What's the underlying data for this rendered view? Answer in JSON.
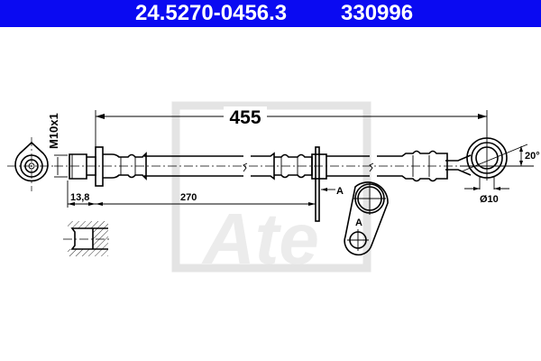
{
  "header": {
    "part_number": "24.5270-0456.3",
    "reference_number": "330996",
    "background_color": "#0a0af2"
  },
  "drawing": {
    "overall_length": "455",
    "thread": "M10x1",
    "fitting_length": "13,8",
    "bracket_distance": "270",
    "section_label": "A",
    "detail_label": "A",
    "eye_diameter": "Ø10",
    "eye_angle": "20°",
    "watermark_logo": "Ate"
  }
}
